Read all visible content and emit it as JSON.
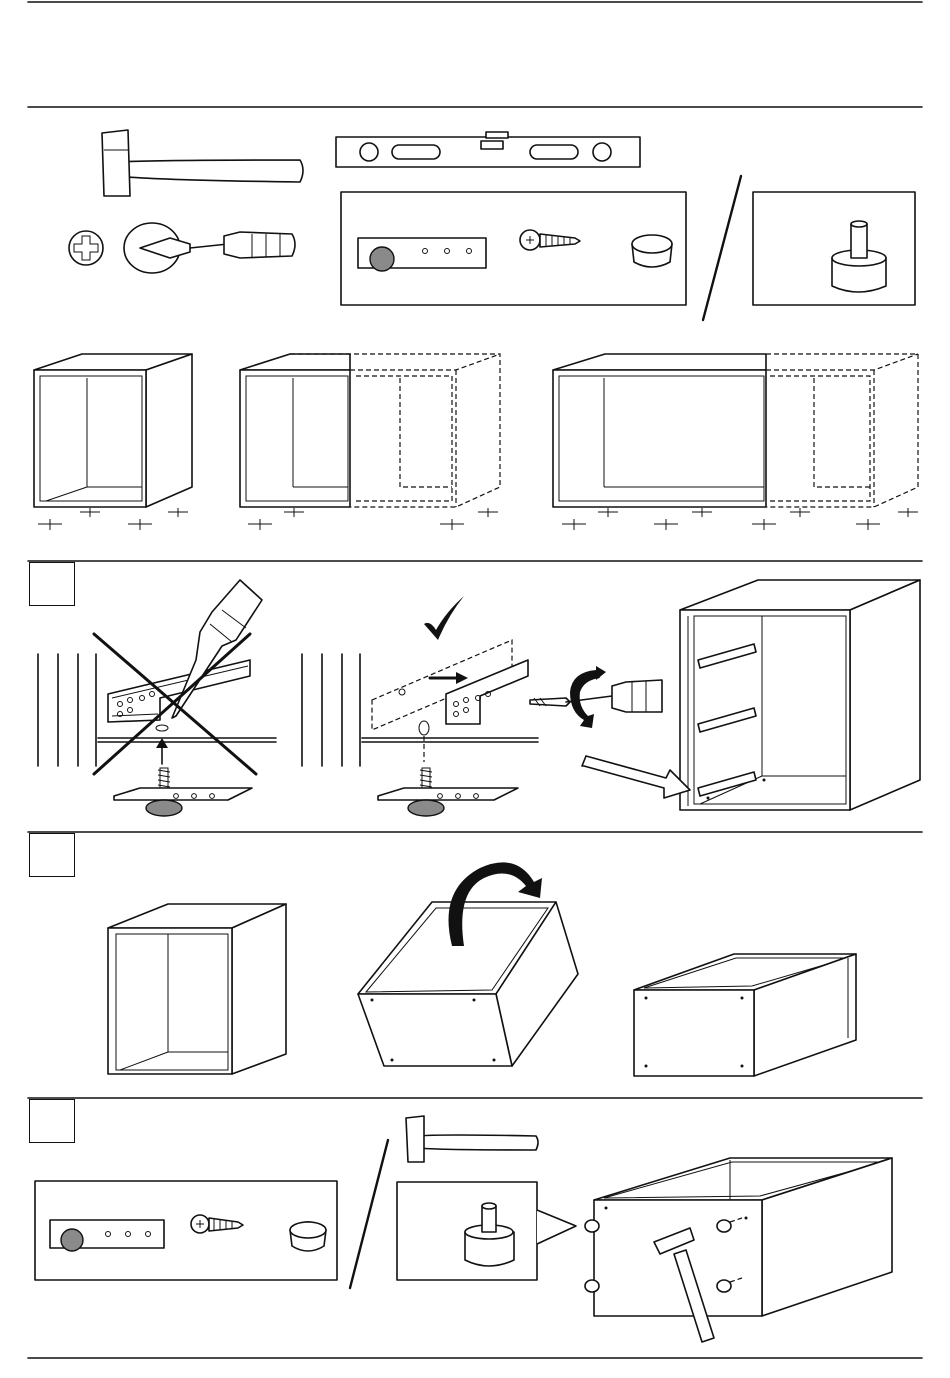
{
  "document": {
    "type": "assembly-instructions",
    "steps": [
      {
        "id": "step-1",
        "number": ""
      },
      {
        "id": "step-2",
        "number": ""
      },
      {
        "id": "step-3",
        "number": ""
      }
    ]
  },
  "icons": {
    "tools": [
      "hammer-icon",
      "screwdriver-icon",
      "phillips-head-icon",
      "spirit-level-icon"
    ],
    "parts": [
      "adjustable-foot-plate-icon",
      "screw-icon",
      "cap-icon",
      "glide-foot-icon"
    ],
    "marks": [
      "cross-out-icon",
      "check-icon",
      "rotate-arrow-icon",
      "flip-arrow-icon"
    ]
  }
}
